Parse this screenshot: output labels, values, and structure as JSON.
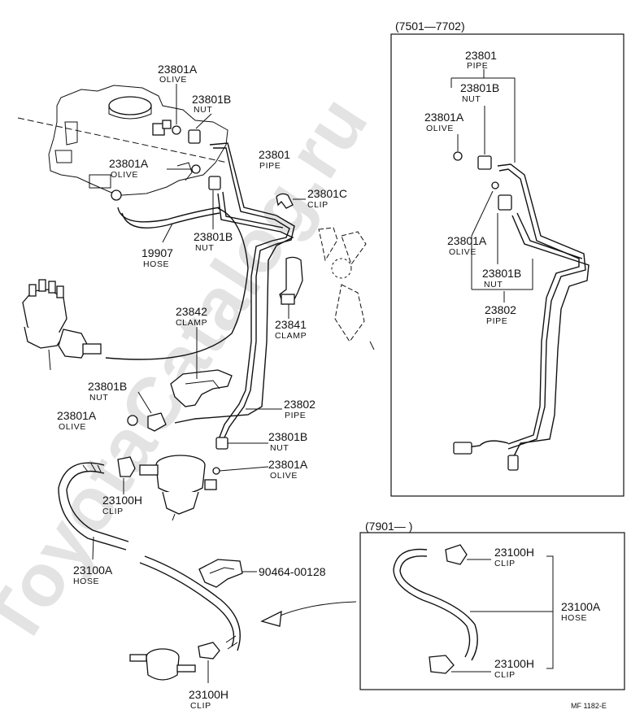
{
  "watermark": "ToyotaCatalog.ru",
  "diagram_code": "MF 1182-E",
  "insets": {
    "top": {
      "range": "(7501—7702)"
    },
    "bottom": {
      "range": "(7901—        )"
    }
  },
  "labels": {
    "olive_top": {
      "num": "23801A",
      "sub": "OLIVE"
    },
    "nut_top": {
      "num": "23801B",
      "sub": "NUT"
    },
    "pipe_main": {
      "num": "23801",
      "sub": "PIPE"
    },
    "olive_mid": {
      "num": "23801A",
      "sub": "OLIVE"
    },
    "clip_c": {
      "num": "23801C",
      "sub": "CLIP"
    },
    "nut_mid": {
      "num": "23801B",
      "sub": "NUT"
    },
    "hose_19907": {
      "num": "19907",
      "sub": "HOSE"
    },
    "clamp_23842": {
      "num": "23842",
      "sub": "CLAMP"
    },
    "clamp_23841": {
      "num": "23841",
      "sub": "CLAMP"
    },
    "nut_left": {
      "num": "23801B",
      "sub": "NUT"
    },
    "olive_left": {
      "num": "23801A",
      "sub": "OLIVE"
    },
    "pipe_23802": {
      "num": "23802",
      "sub": "PIPE"
    },
    "nut_low": {
      "num": "23801B",
      "sub": "NUT"
    },
    "olive_low": {
      "num": "23801A",
      "sub": "OLIVE"
    },
    "clip_23100h": {
      "num": "23100H",
      "sub": "CLIP"
    },
    "hose_23100a": {
      "num": "23100A",
      "sub": "HOSE"
    },
    "part_90464": {
      "num": "90464-00128"
    },
    "clip_bottom": {
      "num": "23100H",
      "sub": "CLIP"
    },
    "r_pipe": {
      "num": "23801",
      "sub": "PIPE"
    },
    "r_nut_a": {
      "num": "23801B",
      "sub": "NUT"
    },
    "r_olive_a": {
      "num": "23801A",
      "sub": "OLIVE"
    },
    "r_olive_b": {
      "num": "23801A",
      "sub": "OLIVE"
    },
    "r_nut_b": {
      "num": "23801B",
      "sub": "NUT"
    },
    "r_pipe2": {
      "num": "23802",
      "sub": "PIPE"
    },
    "b_clip_top": {
      "num": "23100H",
      "sub": "CLIP"
    },
    "b_hose": {
      "num": "23100A",
      "sub": "HOSE"
    },
    "b_clip_bot": {
      "num": "23100H",
      "sub": "CLIP"
    }
  }
}
